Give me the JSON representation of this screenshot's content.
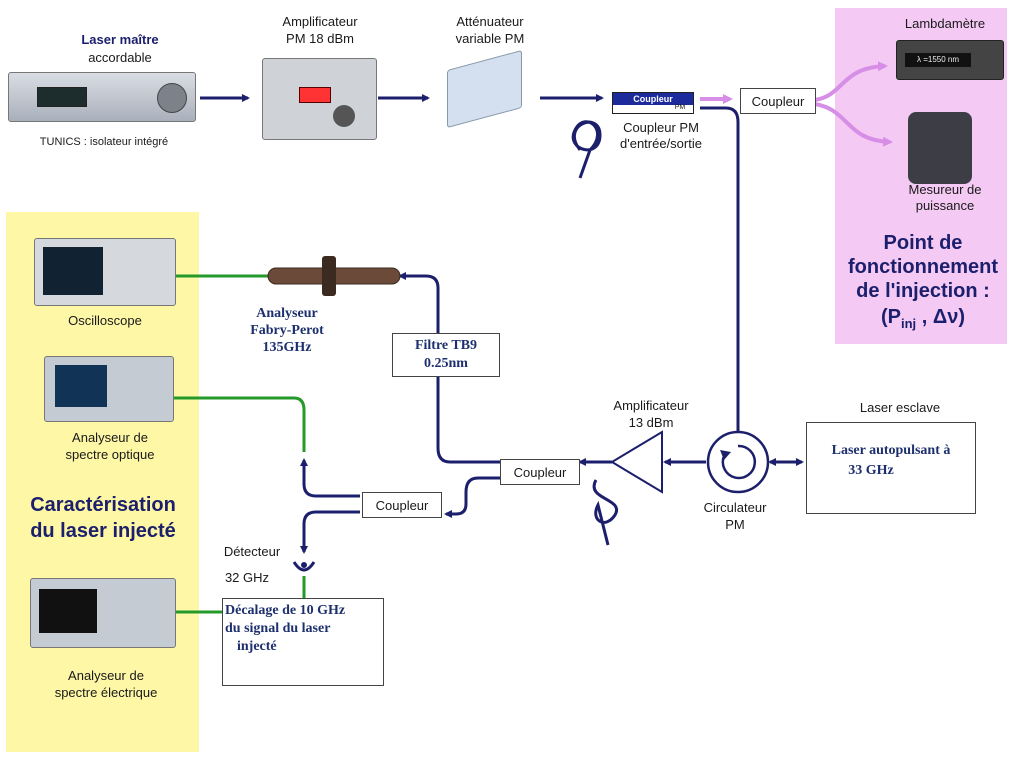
{
  "labels": {
    "laser_maitre": "Laser maître",
    "accordable": "accordable",
    "tunics": "TUNICS : isolateur intégré",
    "amplificateur_pm_line1": "Amplificateur",
    "amplificateur_pm_line2": "PM 18 dBm",
    "attenuateur_line1": "Atténuateur",
    "attenuateur_line2": "variable PM",
    "coupleur_pm_box": "Coupleur",
    "coupleur_pm_box_sub": "PM",
    "coupleur_pm_line1": "Coupleur PM",
    "coupleur_pm_line2": "d'entrée/sortie",
    "coupleur": "Coupleur",
    "lambdametre": "Lambdamètre",
    "lambdametre_display": "λ =1550 nm",
    "mesureur_line1": "Mesureur de",
    "mesureur_line2": "puissance",
    "point_line1": "Point de",
    "point_line2": "fonctionnement",
    "point_line3": "de l'injection :",
    "point_line4_pre": "(P",
    "point_line4_sub": "inj",
    "point_line4_post": " , Δν)",
    "oscilloscope": "Oscilloscope",
    "analyseur_fp_line1": "Analyseur",
    "analyseur_fp_line2": "Fabry-Perot",
    "analyseur_fp_line3": "135GHz",
    "filtre_line1": "Filtre TB9",
    "filtre_line2": "0.25nm",
    "analyseur_so_line1": "Analyseur de",
    "analyseur_so_line2": "spectre optique",
    "caracterisation_line1": "Caractérisation",
    "caracterisation_line2": "du laser injecté",
    "detecteur": "Détecteur",
    "detecteur_freq": "32 GHz",
    "decalage_line1": "Décalage de 10 GHz",
    "decalage_line2": "du signal du laser",
    "decalage_line3": "injecté",
    "analyseur_se_line1": "Analyseur de",
    "analyseur_se_line2": "spectre électrique",
    "amplificateur13_line1": "Amplificateur",
    "amplificateur13_line2": "13 dBm",
    "circulateur_line1": "Circulateur",
    "circulateur_line2": "PM",
    "laser_esclave": "Laser esclave",
    "laser_auto_line1": "Laser autopulsant à",
    "laser_auto_line2": "33 GHz"
  },
  "colors": {
    "navy": "#1c1f6b",
    "green": "#239a2a",
    "pink_arrow": "#d68ee6",
    "yellow_panel": "#fdf7a6",
    "pink_panel": "#f4c9f3"
  }
}
